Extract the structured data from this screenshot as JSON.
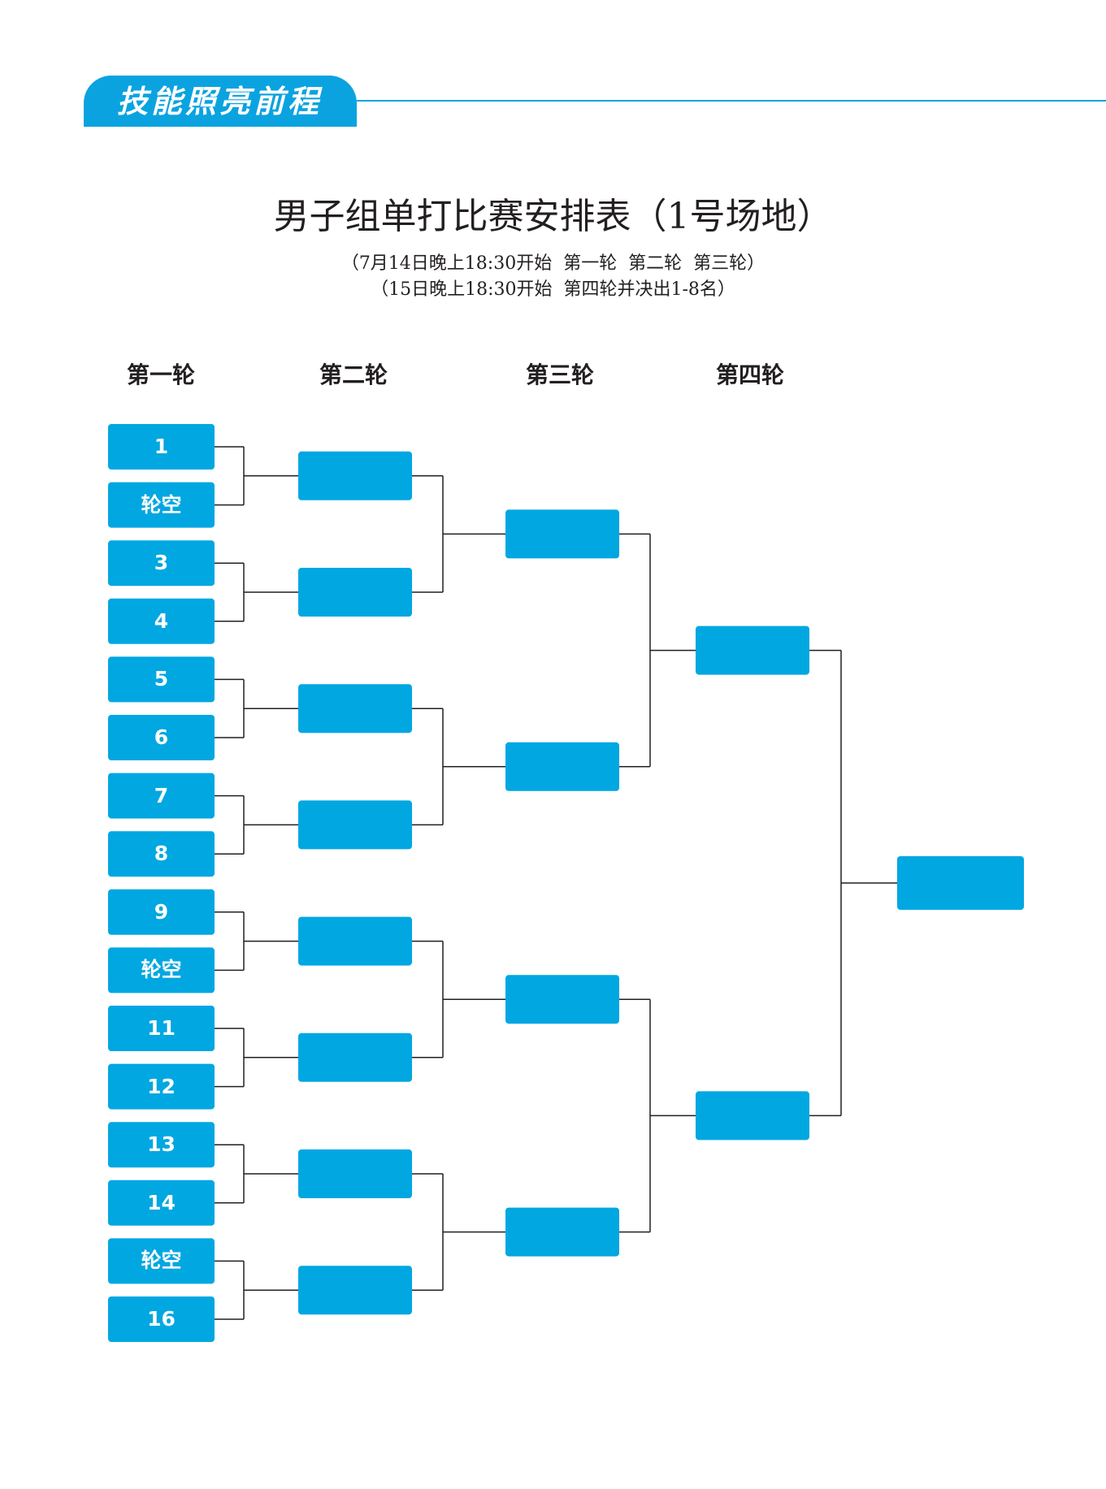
{
  "header": {
    "section_title": "技能照亮前程"
  },
  "title": "男子组单打比赛安排表（1号场地）",
  "subtitle": {
    "line1": "（7月14日晚上18:30开始  第一轮  第二轮  第三轮）",
    "line2": "（15日晚上18:30开始  第四轮并决出1-8名）"
  },
  "rounds": [
    "第一轮",
    "第二轮",
    "第三轮",
    "第四轮"
  ],
  "round1_slots": [
    "1",
    "轮空",
    "3",
    "4",
    "5",
    "6",
    "7",
    "8",
    "9",
    "轮空",
    "11",
    "12",
    "13",
    "14",
    "轮空",
    "16"
  ],
  "colors": {
    "box_fill": "#00a7e1",
    "header_fill": "#0aa3e0",
    "connector": "#231f20"
  }
}
